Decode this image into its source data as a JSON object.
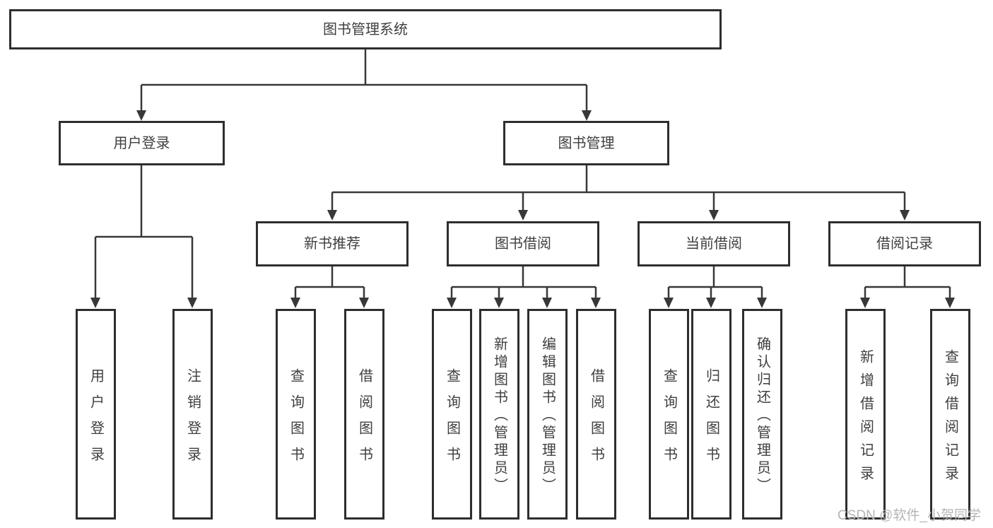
{
  "diagram": {
    "root": {
      "label": "图书管理系统"
    },
    "branches": [
      {
        "label": "用户登录",
        "children": [
          {
            "label": "用户登录"
          },
          {
            "label": "注销登录"
          }
        ]
      },
      {
        "label": "图书管理",
        "children": [
          {
            "label": "新书推荐",
            "children": [
              {
                "label": "查询图书"
              },
              {
                "label": "借阅图书"
              }
            ]
          },
          {
            "label": "图书借阅",
            "children": [
              {
                "label": "查询图书"
              },
              {
                "label": "新增图书（管理员）"
              },
              {
                "label": "编辑图书（管理员）"
              },
              {
                "label": "借阅图书"
              }
            ]
          },
          {
            "label": "当前借阅",
            "children": [
              {
                "label": "查询图书"
              },
              {
                "label": "归还图书"
              },
              {
                "label": "确认归还（管理员）"
              }
            ]
          },
          {
            "label": "借阅记录",
            "children": [
              {
                "label": "新增借阅记录"
              },
              {
                "label": "查询借阅记录"
              }
            ]
          }
        ]
      }
    ]
  },
  "watermark": "CSDN @软件_小贺同学"
}
